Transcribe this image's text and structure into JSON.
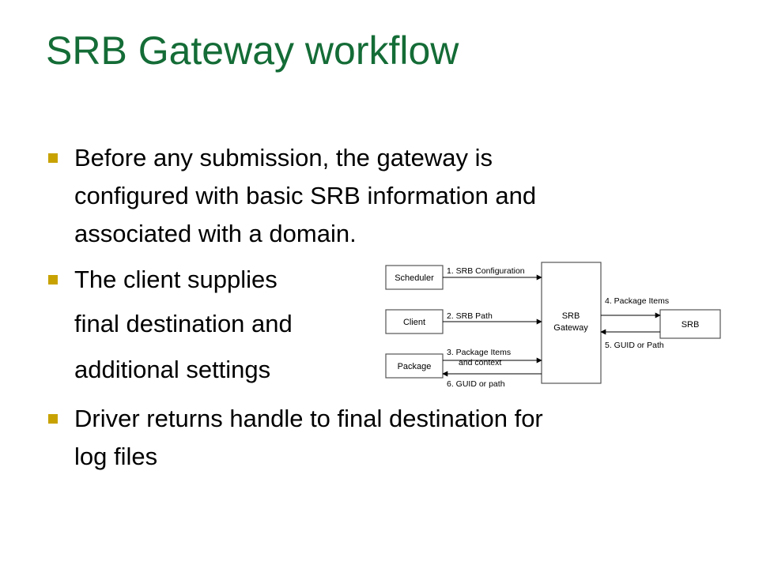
{
  "slide": {
    "title": "SRB Gateway workflow",
    "bullets": [
      {
        "lines": [
          "Before any submission, the gateway is",
          "configured with basic SRB information and",
          "associated with a domain."
        ]
      },
      {
        "lines": [
          "The client supplies",
          "final destination and",
          "additional settings"
        ]
      },
      {
        "lines": [
          "Driver returns handle to final destination for",
          "log files"
        ]
      }
    ],
    "colors": {
      "title": "#146c36",
      "bullet": "#c8a200"
    }
  },
  "diagram": {
    "nodes": {
      "scheduler": "Scheduler",
      "client": "Client",
      "package": "Package",
      "gateway_line1": "SRB",
      "gateway_line2": "Gateway",
      "srb": "SRB"
    },
    "edges": {
      "e1": "1. SRB Configuration",
      "e2": "2. SRB Path",
      "e3_line1": "3. Package Items",
      "e3_line2": "and context",
      "e4": "4. Package Items",
      "e5": "5. GUID or Path",
      "e6": "6. GUID or path"
    }
  }
}
